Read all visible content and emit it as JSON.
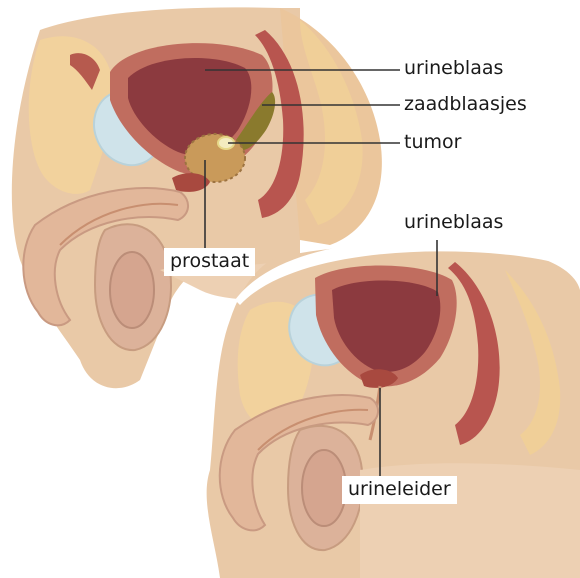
{
  "labels": {
    "top_bladder": "urineblaas",
    "seminal_vesicles": "zaadblaasjes",
    "tumor": "tumor",
    "prostate": "prostaat",
    "bottom_bladder": "urineblaas",
    "urethra": "urineleider"
  },
  "colors": {
    "skin": "#e9c9a7",
    "fat": "#f2d29d",
    "muscle": "#b8554f",
    "bladder_wall": "#c06d5f",
    "bladder_inside": "#8c3a3f",
    "prostate": "#c99a5a",
    "seminal_vesicle": "#8a7a2d",
    "bone": "#cfe3ea",
    "leader": "#333333"
  }
}
